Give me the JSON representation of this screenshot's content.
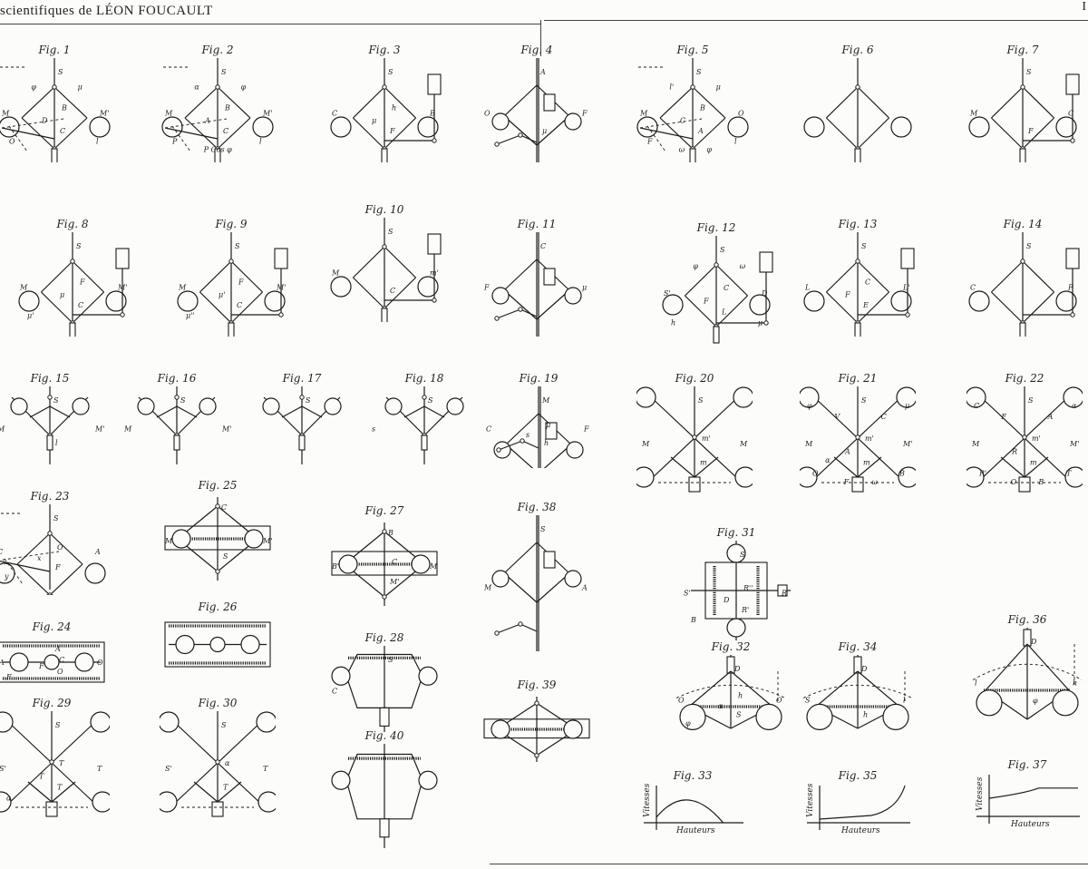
{
  "header": {
    "title": "scientifiques de LÉON FOUCAULT",
    "page_number": "I"
  },
  "figures": [
    {
      "id": "fig-1",
      "label": "Fig. 1",
      "style": "divergent",
      "letters": [
        "S",
        "M",
        "M'",
        "C",
        "B",
        "D",
        "O",
        "l",
        "φ",
        "μ"
      ]
    },
    {
      "id": "fig-2",
      "label": "Fig. 2",
      "style": "divergent",
      "letters": [
        "S",
        "M",
        "M'",
        "C",
        "B",
        "A",
        "P",
        "l",
        "α",
        "φ",
        "P Cos φ"
      ]
    },
    {
      "id": "fig-3",
      "label": "Fig. 3",
      "style": "weight",
      "letters": [
        "S",
        "C",
        "B",
        "F",
        "h",
        "μ"
      ]
    },
    {
      "id": "fig-4",
      "label": "Fig. 4",
      "style": "rod",
      "letters": [
        "A",
        "O",
        "F",
        "μ"
      ]
    },
    {
      "id": "fig-5",
      "label": "Fig. 5",
      "style": "divergent",
      "letters": [
        "S",
        "M",
        "O",
        "A",
        "B",
        "C",
        "F",
        "l",
        "l'",
        "μ",
        "ω",
        "φ"
      ]
    },
    {
      "id": "fig-6",
      "label": "Fig. 6",
      "style": "basic",
      "letters": []
    },
    {
      "id": "fig-7",
      "label": "Fig. 7",
      "style": "weight",
      "letters": [
        "S",
        "M",
        "C",
        "F"
      ]
    },
    {
      "id": "fig-8",
      "label": "Fig. 8",
      "style": "weight",
      "letters": [
        "S",
        "M",
        "M'",
        "C",
        "F",
        "μ",
        "μ'"
      ]
    },
    {
      "id": "fig-9",
      "label": "Fig. 9",
      "style": "weight",
      "letters": [
        "S",
        "M",
        "M'",
        "C",
        "F",
        "μ'",
        "μ''"
      ]
    },
    {
      "id": "fig-10",
      "label": "Fig. 10",
      "style": "weight",
      "letters": [
        "S",
        "M",
        "m'",
        "C"
      ]
    },
    {
      "id": "fig-11",
      "label": "Fig. 11",
      "style": "rod",
      "letters": [
        "C",
        "F",
        "μ"
      ]
    },
    {
      "id": "fig-12",
      "label": "Fig. 12",
      "style": "weight",
      "letters": [
        "S",
        "S'",
        "D",
        "L",
        "C",
        "F",
        "h",
        "μ",
        "φ",
        "ω"
      ]
    },
    {
      "id": "fig-13",
      "label": "Fig. 13",
      "style": "weight",
      "letters": [
        "S",
        "L",
        "L'",
        "E",
        "C",
        "F"
      ]
    },
    {
      "id": "fig-14",
      "label": "Fig. 14",
      "style": "weight",
      "letters": [
        "S",
        "C",
        "F"
      ]
    },
    {
      "id": "fig-15",
      "label": "Fig. 15",
      "style": "small",
      "letters": [
        "S",
        "M",
        "M'",
        "l"
      ]
    },
    {
      "id": "fig-16",
      "label": "Fig. 16",
      "style": "small",
      "letters": [
        "S",
        "M",
        "M'"
      ]
    },
    {
      "id": "fig-17",
      "label": "Fig. 17",
      "style": "small",
      "letters": [
        "S"
      ]
    },
    {
      "id": "fig-18",
      "label": "Fig. 18",
      "style": "small",
      "letters": [
        "S",
        "s"
      ]
    },
    {
      "id": "fig-19",
      "label": "Fig. 19",
      "style": "rod",
      "letters": [
        "M",
        "C",
        "F",
        "h",
        "μ",
        "s"
      ]
    },
    {
      "id": "fig-20",
      "label": "Fig. 20",
      "style": "cross",
      "letters": [
        "S",
        "M",
        "M",
        "m",
        "m'"
      ]
    },
    {
      "id": "fig-21",
      "label": "Fig. 21",
      "style": "cross",
      "letters": [
        "S",
        "M",
        "M'",
        "m",
        "m'",
        "A",
        "O",
        "B",
        "V",
        "C",
        "F",
        "ω",
        "φ",
        "μ",
        "α"
      ]
    },
    {
      "id": "fig-22",
      "label": "Fig. 22",
      "style": "cross",
      "letters": [
        "S",
        "M",
        "M'",
        "m",
        "m'",
        "R",
        "R'",
        "T",
        "F",
        "A",
        "O",
        "B",
        "C",
        "α"
      ]
    },
    {
      "id": "fig-23",
      "label": "Fig. 23",
      "style": "divergent",
      "letters": [
        "S",
        "C",
        "A",
        "F",
        "O",
        "x",
        "y"
      ]
    },
    {
      "id": "fig-24",
      "label": "Fig. 24",
      "style": "block",
      "letters": [
        "A",
        "A",
        "O",
        "O",
        "C",
        "F",
        "F"
      ]
    },
    {
      "id": "fig-25",
      "label": "Fig. 25",
      "style": "beam",
      "letters": [
        "C",
        "M",
        "M'",
        "S"
      ]
    },
    {
      "id": "fig-26",
      "label": "Fig. 26",
      "style": "block",
      "letters": []
    },
    {
      "id": "fig-27",
      "label": "Fig. 27",
      "style": "beam",
      "letters": [
        "B",
        "B'",
        "M",
        "M'",
        "C"
      ]
    },
    {
      "id": "fig-28",
      "label": "Fig. 28",
      "style": "hexa",
      "letters": [
        "S",
        "C"
      ]
    },
    {
      "id": "fig-29",
      "label": "Fig. 29",
      "style": "cross",
      "letters": [
        "S",
        "S'",
        "T",
        "T",
        "T",
        "T",
        "α"
      ]
    },
    {
      "id": "fig-30",
      "label": "Fig. 30",
      "style": "cross",
      "letters": [
        "S",
        "S'",
        "T",
        "T",
        "α"
      ]
    },
    {
      "id": "fig-31",
      "label": "Fig. 31",
      "style": "rings",
      "letters": [
        "S",
        "S'",
        "R",
        "R'",
        "R''",
        "D",
        "B"
      ]
    },
    {
      "id": "fig-32",
      "label": "Fig. 32",
      "style": "governor",
      "letters": [
        "D",
        "O",
        "O",
        "S",
        "h",
        "α",
        "φ"
      ]
    },
    {
      "id": "fig-33",
      "label": "Fig. 33",
      "style": "curve",
      "letters": []
    },
    {
      "id": "fig-34",
      "label": "Fig. 34",
      "style": "governor",
      "letters": [
        "D",
        "S",
        "l",
        "h"
      ]
    },
    {
      "id": "fig-35",
      "label": "Fig. 35",
      "style": "curve",
      "letters": []
    },
    {
      "id": "fig-36",
      "label": "Fig. 36",
      "style": "governor",
      "letters": [
        "D",
        "l",
        "h",
        "φ"
      ]
    },
    {
      "id": "fig-37",
      "label": "Fig. 37",
      "style": "curve",
      "letters": []
    },
    {
      "id": "fig-38",
      "label": "Fig. 38",
      "style": "rod",
      "letters": [
        "S",
        "M",
        "A"
      ]
    },
    {
      "id": "fig-39",
      "label": "Fig. 39",
      "style": "beam",
      "letters": []
    },
    {
      "id": "fig-40",
      "label": "Fig. 40",
      "style": "hexa",
      "letters": []
    }
  ],
  "curves": {
    "fig-33": {
      "ylabel": "Vitesses",
      "xlabel": "Hauteurs",
      "shape": "arch"
    },
    "fig-35": {
      "ylabel": "Vitesses",
      "xlabel": "Hauteurs",
      "shape": "rise"
    },
    "fig-37": {
      "ylabel": "Vitesses",
      "xlabel": "Hauteurs",
      "shape": "plateau"
    }
  }
}
